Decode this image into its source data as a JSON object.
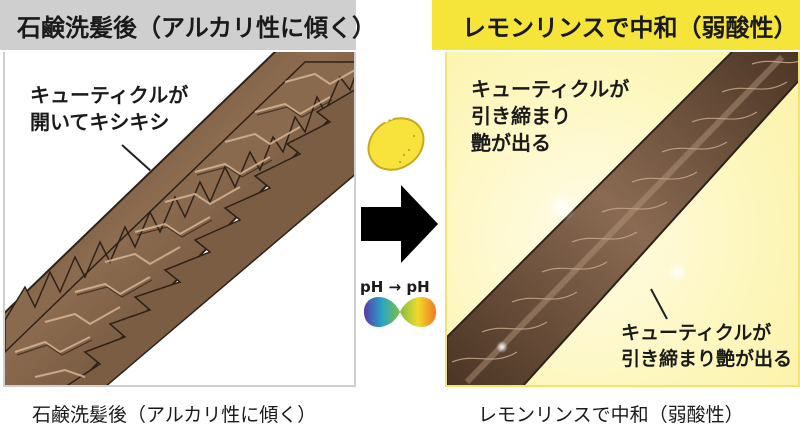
{
  "left": {
    "header": "石鹸洗髪後（アルカリ性に傾く）",
    "callout": "キューティクルが\n開いてキシキシ",
    "caption": "石鹸洗髪後（アルカリ性に傾く）",
    "header_color": "#cfcfcf",
    "border_color": "#cfcfcf",
    "hair_color": "#7a5a3f"
  },
  "right": {
    "header": "レモンリンスで中和（弱酸性）",
    "callout_top": "キューティクルが\n引き締まり\n艶が出る",
    "callout_bottom": "キューティクルが\n引き締まり艶が出る",
    "caption": "レモンリンスで中和（弱酸性）",
    "header_color": "#f5e43a",
    "background_color": "#fdf8c6",
    "hair_color": "#6e4f39"
  },
  "middle": {
    "icons": [
      "lemon-icon",
      "right-arrow-icon",
      "ph-gradient-icon"
    ],
    "ph_label_from": "pH",
    "ph_arrow": "→",
    "ph_label_to": "pH",
    "lemon_color": "#f7e33b",
    "arrow_color": "#000000"
  }
}
